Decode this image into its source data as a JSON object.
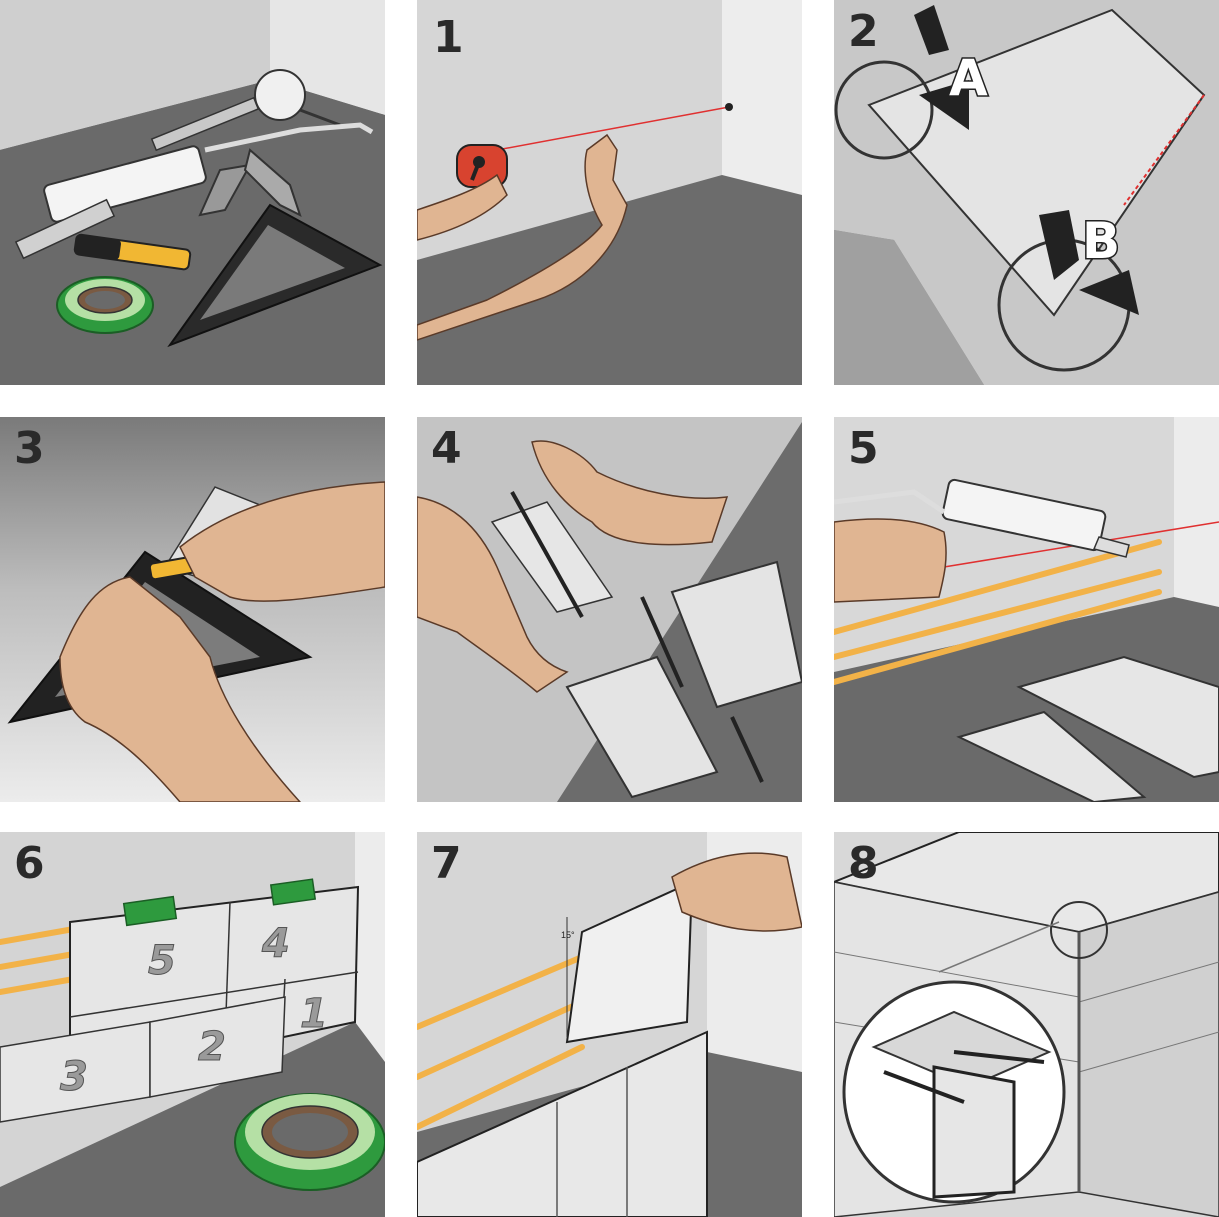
{
  "panels": [
    {
      "step": "",
      "name": "tools"
    },
    {
      "step": "1",
      "name": "chalk-line"
    },
    {
      "step": "2",
      "name": "panel-alignment",
      "callouts": [
        "A",
        "B"
      ]
    },
    {
      "step": "3",
      "name": "cutting"
    },
    {
      "step": "4",
      "name": "marking"
    },
    {
      "step": "5",
      "name": "adhesive"
    },
    {
      "step": "6",
      "name": "install-order",
      "tile_numbers": [
        "5",
        "4",
        "3",
        "2",
        "1"
      ]
    },
    {
      "step": "7",
      "name": "press-panel",
      "angle_label": "15°"
    },
    {
      "step": "8",
      "name": "corner-detail"
    }
  ],
  "colors": {
    "wall": "#d4d4d4",
    "floor": "#6a6a6a",
    "skin": "#e0b592",
    "adhesive": "#f2b248",
    "tape": "#2e9a3e",
    "chalk_line": "#e03030"
  }
}
